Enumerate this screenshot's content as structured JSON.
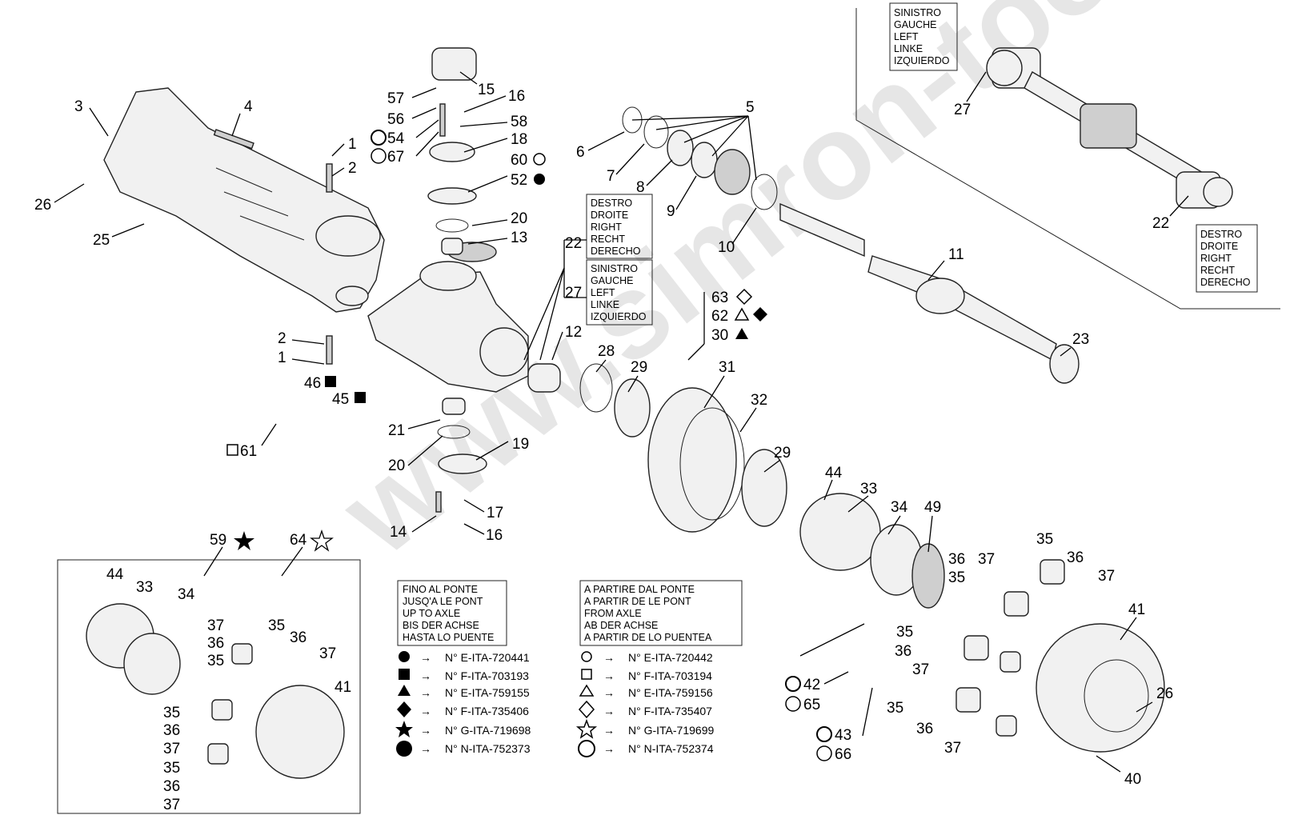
{
  "watermark": "www.simron-too.kz",
  "boxes": {
    "inset_left": [
      "SINISTRO",
      "GAUCHE",
      "LEFT",
      "LINKE",
      "IZQUIERDO"
    ],
    "inset_right": [
      "DESTRO",
      "DROITE",
      "RIGHT",
      "RECHT",
      "DERECHO"
    ],
    "mid_right": [
      "DESTRO",
      "DROITE",
      "RIGHT",
      "RECHT",
      "DERECHO"
    ],
    "mid_left": [
      "SINISTRO",
      "GAUCHE",
      "LEFT",
      "LINKE",
      "IZQUIERDO"
    ],
    "fino": [
      "FINO AL PONTE",
      "JUSQ'A LE PONT",
      "UP TO AXLE",
      "BIS DER ACHSE",
      "HASTA LO PUENTE"
    ],
    "partire": [
      "A PARTIRE DAL PONTE",
      "A PARTIR DE LE PONT",
      "FROM AXLE",
      "AB DER ACHSE",
      "A PARTIR DE LO PUENTEA"
    ]
  },
  "legend_left": [
    "N° E-ITA-720441",
    "N° F-ITA-703193",
    "N° E-ITA-759155",
    "N° F-ITA-735406",
    "N° G-ITA-719698",
    "N° N-ITA-752373"
  ],
  "legend_right": [
    "N° E-ITA-720442",
    "N° F-ITA-703194",
    "N° E-ITA-759156",
    "N° F-ITA-735407",
    "N° G-ITA-719699",
    "N° N-ITA-752374"
  ],
  "callouts": {
    "c3": "3",
    "c4": "4",
    "c1a": "1",
    "c2a": "2",
    "c26a": "26",
    "c25": "25",
    "c2b": "2",
    "c1b": "1",
    "c46": "46",
    "c45": "45",
    "c61": "61",
    "c57": "57",
    "c56": "56",
    "c54": "54",
    "c67": "67",
    "c15": "15",
    "c16a": "16",
    "c58": "58",
    "c18": "18",
    "c60": "60",
    "c52": "52",
    "c20a": "20",
    "c13": "13",
    "c22a": "22",
    "c27a": "27",
    "c12": "12",
    "c28": "28",
    "c29a": "29",
    "c31": "31",
    "c32": "32",
    "c21": "21",
    "c20b": "20",
    "c19": "19",
    "c17": "17",
    "c14": "14",
    "c16b": "16",
    "c5": "5",
    "c6": "6",
    "c7": "7",
    "c8": "8",
    "c9": "9",
    "c10": "10",
    "c11": "11",
    "c23": "23",
    "c63": "63",
    "c62": "62",
    "c30": "30",
    "c27b": "27",
    "c22b": "22",
    "c29b": "29",
    "c44a": "44",
    "c33a": "33",
    "c34a": "34",
    "c49": "49",
    "c35a": "35",
    "c36a": "36",
    "c37a": "37",
    "c35b": "35",
    "c36b": "36",
    "c37b": "37",
    "c35c": "35",
    "c36c": "36",
    "c37c": "37",
    "c35d": "35",
    "c36d": "36",
    "c37d": "37",
    "c41a": "41",
    "c26b": "26",
    "c40": "40",
    "c42": "42",
    "c65": "65",
    "c43": "43",
    "c66": "66",
    "c59": "59",
    "c64": "64",
    "c44b": "44",
    "c33b": "33",
    "c34b": "34",
    "c37e": "37",
    "c35e": "35",
    "c36e": "36",
    "c36f": "36",
    "c35f": "35",
    "c37f": "37",
    "c41b": "41",
    "c35g": "35",
    "c36g": "36",
    "c37g": "37",
    "c35h": "35",
    "c36h": "36",
    "c37h": "37"
  }
}
